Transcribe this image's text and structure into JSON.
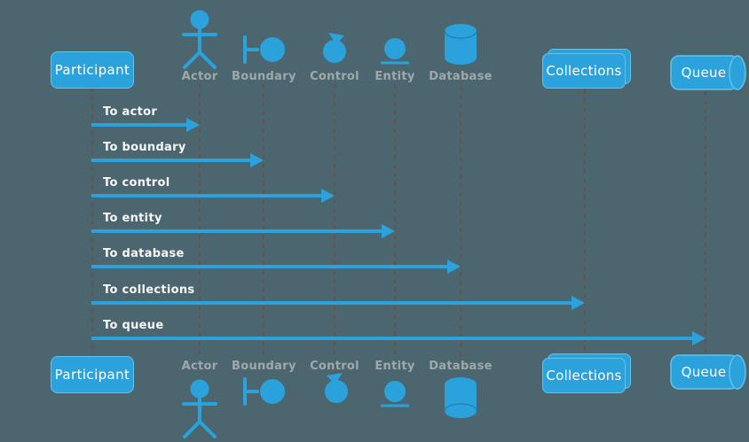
{
  "colors": {
    "background": "#4c6670",
    "shape_blue": "#2ba2dc",
    "shape_blue_border": "#63c2ec",
    "lifeline": "#6d4e48",
    "label_gray": "#9fa9aa",
    "message_text": "#f7f7f7"
  },
  "diagram_type": "uml-sequence-diagram",
  "participants": [
    {
      "label": "Participant",
      "type": "participant"
    },
    {
      "label": "Actor",
      "type": "actor"
    },
    {
      "label": "Boundary",
      "type": "boundary"
    },
    {
      "label": "Control",
      "type": "control"
    },
    {
      "label": "Entity",
      "type": "entity"
    },
    {
      "label": "Database",
      "type": "database"
    },
    {
      "label": "Collections",
      "type": "collections"
    },
    {
      "label": "Queue",
      "type": "queue"
    }
  ],
  "messages": [
    {
      "label": "To actor",
      "from": "Participant",
      "to": "Actor"
    },
    {
      "label": "To boundary",
      "from": "Participant",
      "to": "Boundary"
    },
    {
      "label": "To control",
      "from": "Participant",
      "to": "Control"
    },
    {
      "label": "To entity",
      "from": "Participant",
      "to": "Entity"
    },
    {
      "label": "To database",
      "from": "Participant",
      "to": "Database"
    },
    {
      "label": "To collections",
      "from": "Participant",
      "to": "Collections"
    },
    {
      "label": "To queue",
      "from": "Participant",
      "to": "Queue"
    }
  ]
}
